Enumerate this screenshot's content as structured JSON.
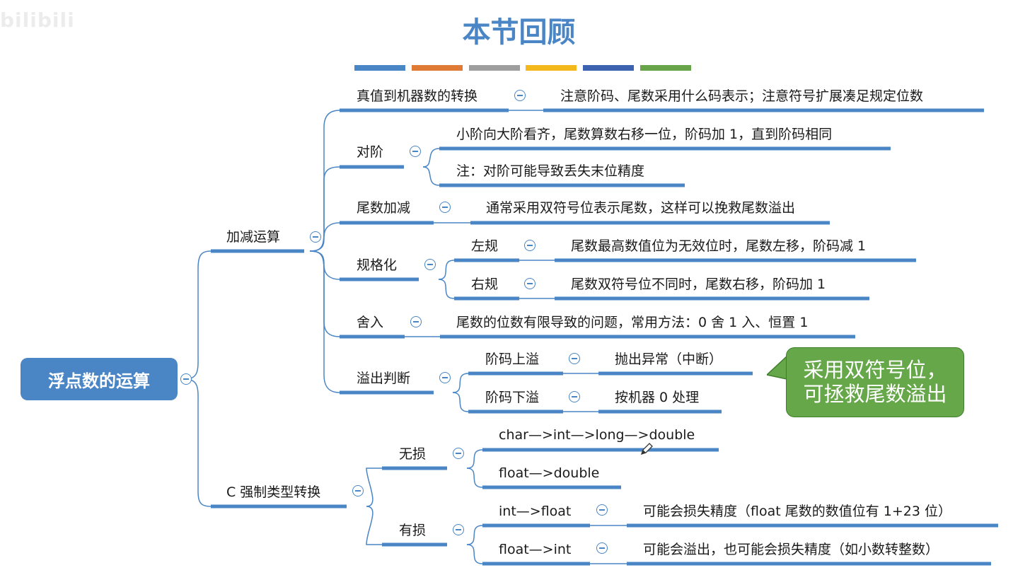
{
  "watermark": "bilibili",
  "title": "本节回顾",
  "color_bar": [
    "#4a86c5",
    "#e07b35",
    "#9e9e9e",
    "#f2b81c",
    "#3c62b0",
    "#68a54a"
  ],
  "accent_color": "#4a86c5",
  "root": {
    "label": "浮点数的运算"
  },
  "arith": {
    "label": "加减运算",
    "convert": {
      "label": "真值到机器数的转换",
      "note": "注意阶码、尾数采用什么码表示；注意符号扩展凑足规定位数"
    },
    "align": {
      "label": "对阶",
      "rule": "小阶向大阶看齐，尾数算数右移一位，阶码加 1，直到阶码相同",
      "note": "注：对阶可能导致丢失末位精度"
    },
    "addsub": {
      "label": "尾数加减",
      "note": "通常采用双符号位表示尾数，这样可以挽救尾数溢出"
    },
    "normalize": {
      "label": "规格化",
      "left": {
        "label": "左规",
        "note": "尾数最高数值位为无效位时，尾数左移，阶码减 1"
      },
      "right": {
        "label": "右规",
        "note": "尾数双符号位不同时，尾数右移，阶码加 1"
      }
    },
    "round": {
      "label": "舍入",
      "note": "尾数的位数有限导致的问题，常用方法：0 舍 1 入、恒置 1"
    },
    "overflow": {
      "label": "溢出判断",
      "upper": {
        "label": "阶码上溢",
        "note": "抛出异常（中断）"
      },
      "lower": {
        "label": "阶码下溢",
        "note": "按机器 0 处理"
      }
    }
  },
  "cast": {
    "label": "C 强制类型转换",
    "lossless": {
      "label": "无损",
      "item1": "char—>int—>long—>double",
      "item2": "float—>double"
    },
    "lossy": {
      "label": "有损",
      "item1": {
        "label": "int—>float",
        "note": "可能会损失精度（float 尾数的数值位有 1+23 位）"
      },
      "item2": {
        "label": "float—>int",
        "note": "可能会溢出，也可能会损失精度（如小数转整数）"
      }
    }
  },
  "callout": {
    "line1": "采用双符号位，",
    "line2": "可拯救尾数溢出",
    "color": "#66a74a"
  }
}
